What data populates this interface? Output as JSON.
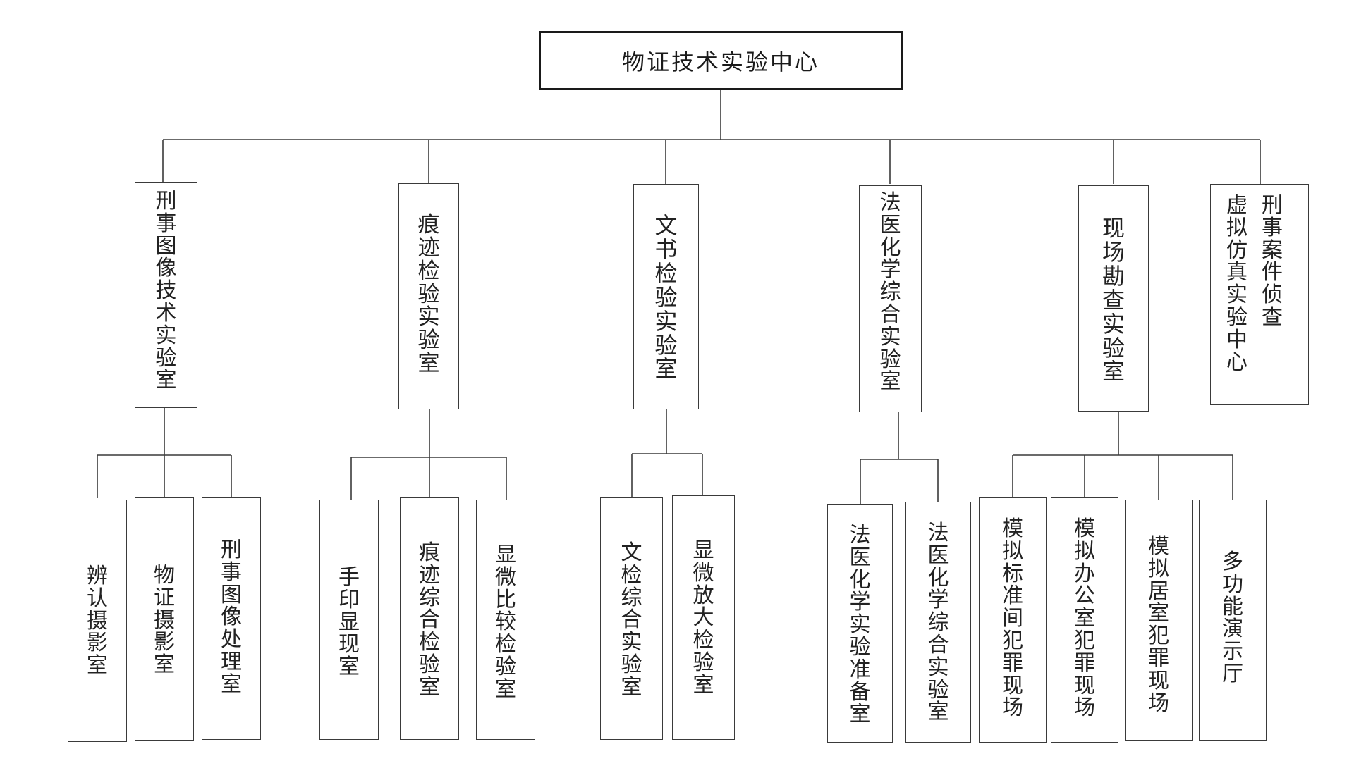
{
  "root": {
    "title": "物证技术实验中心"
  },
  "departments": [
    {
      "name": "刑事图像技术实验室"
    },
    {
      "name": "痕迹检验实验室"
    },
    {
      "name": "文书检验实验室"
    },
    {
      "name": "法医化学综合实验室"
    },
    {
      "name": "现场勘查实验室"
    },
    {
      "name": "刑事案件侦查虚拟仿真实验中心",
      "columns": [
        "刑事案件侦查",
        "虚拟仿真实验中心"
      ]
    }
  ],
  "labs": [
    {
      "name": "辨认摄影室"
    },
    {
      "name": "物证摄影室"
    },
    {
      "name": "刑事图像处理室"
    },
    {
      "name": "手印显现室"
    },
    {
      "name": "痕迹综合检验室"
    },
    {
      "name": "显微比较检验室"
    },
    {
      "name": "文检综合实验室"
    },
    {
      "name": "显微放大检验室"
    },
    {
      "name": "法医化学实验准备室"
    },
    {
      "name": "法医化学综合实验室"
    },
    {
      "name": "模拟标准间犯罪现场"
    },
    {
      "name": "模拟办公室犯罪现场"
    },
    {
      "name": "模拟居室犯罪现场"
    },
    {
      "name": "多功能演示厅"
    }
  ]
}
